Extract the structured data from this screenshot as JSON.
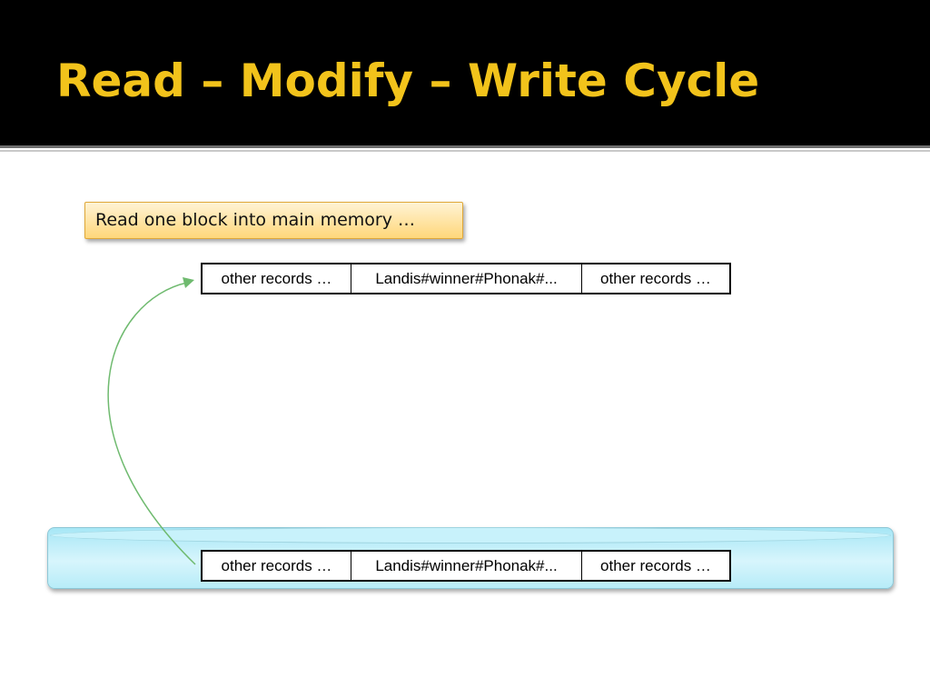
{
  "slide": {
    "title": "Read – Modify – Write Cycle",
    "callout": "Read one block into main memory …"
  },
  "memory_block": {
    "cells": [
      "other records …",
      "Landis#winner#Phonak#...",
      "other records …"
    ]
  },
  "disk_block": {
    "cells": [
      "other records …",
      "Landis#winner#Phonak#...",
      "other records …"
    ]
  },
  "colors": {
    "header_bg": "#000000",
    "title": "#f2c31b",
    "callout_fill": "#ffd77a",
    "disk_fill": "#bff0fa",
    "arrow": "#6fba6f"
  }
}
